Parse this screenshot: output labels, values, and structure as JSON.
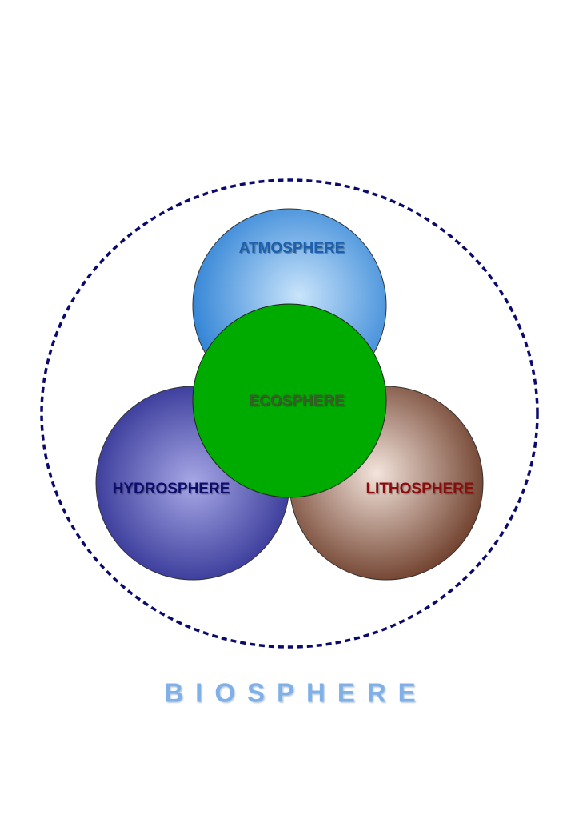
{
  "diagram": {
    "biosphere": {
      "label": "BIOSPHERE",
      "border_color": "#0a0a6e",
      "label_color": "#7fb0e8"
    },
    "atmosphere": {
      "label": "ATMOSPHERE",
      "fill_light": "#c9e4fb",
      "fill_dark": "#2a7fd4",
      "label_color": "#1c5fae"
    },
    "hydrosphere": {
      "label": "HYDROSPHERE",
      "fill_light": "#a7a8e6",
      "fill_dark": "#2a2b8f",
      "label_color": "#0d0d6b"
    },
    "lithosphere": {
      "label": "LITHOSPHERE",
      "fill_light": "#f3e4dc",
      "fill_dark": "#6b3a26",
      "label_color": "#8a0f0f"
    },
    "ecosphere": {
      "label": "ECOSPHERE",
      "fill": "#00ab00",
      "label_color": "#3b5d2b"
    }
  }
}
